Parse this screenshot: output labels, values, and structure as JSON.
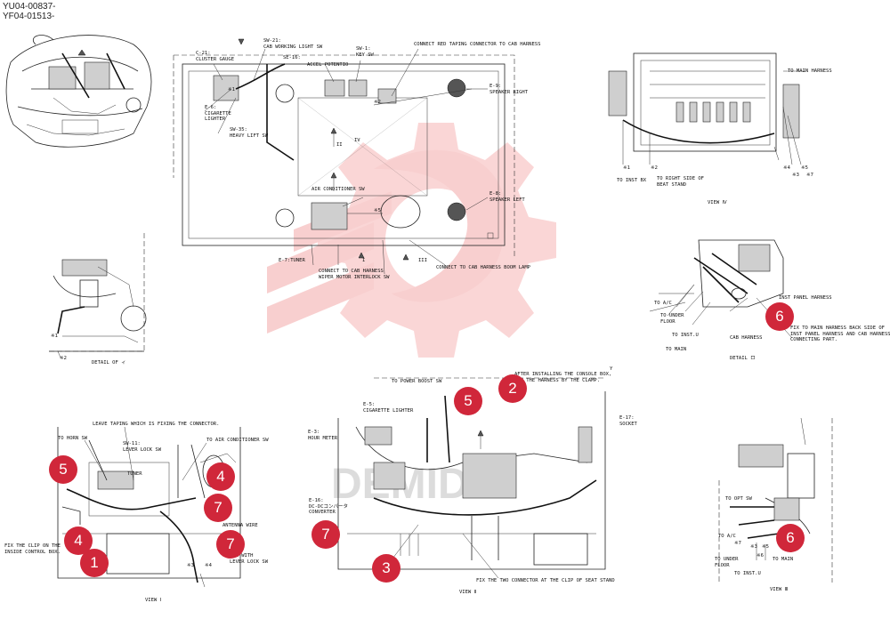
{
  "header": {
    "code_1": "YU04-00837-",
    "code_2": "YF04-01513-"
  },
  "top_view": {
    "c21": "C-21:\nCLUSTER GAUGE",
    "sw21": "SW-21:\nCAB WORKING LIGHT SW",
    "se16": "SE-16:",
    "accel": "ACCEL POTENTIO",
    "sw1": "SW-1:\nKEY SW",
    "connect_red": "CONNECT RED TAPING CONNECTOR TO CAB HARNESS",
    "e9": "E-9:\nSPEAKER RIGHT",
    "e6": "E-6:\nCIGARETTE\nLIGHTER",
    "sw35": "SW-35:\nHEAVY LIFT SW",
    "air_sw": "AIR CONDITIONER SW",
    "e8": "E-8:\nSPEAKER LEFT",
    "e7": "E-7:TUNER",
    "connect_cab": "CONNECT TO CAB HARNESS\nWIPER MOTOR INTERLOCK SW",
    "connect_boom": "CONNECT TO CAB HARNESS BOOM LAMP",
    "iv": "IV",
    "iii": "III",
    "ii": "II",
    "i": "I",
    "x1": "※1",
    "x2": "※2",
    "x5": "※5"
  },
  "view_iv": {
    "to_main": "TO MAIN HARNESS",
    "to_inst": "TO INST BX",
    "to_right": "TO RIGHT SIDE OF\nBEAT STAND",
    "x1": "※1",
    "x2": "※2",
    "x4": "※4",
    "x5": "※5",
    "x3": "※3",
    "x7": "※7",
    "caption": "VIEW Ⅳ"
  },
  "detail_a": {
    "x1": "※1",
    "x2": "※2",
    "caption": "DETAIL OF ィ"
  },
  "detail_b": {
    "inst_panel": "INST PANEL HARNESS",
    "to_ac": "TO A/C",
    "to_under": "TO UNDER\nFLOOR",
    "to_inst": "TO INST.U",
    "to_main": "TO MAIN",
    "cab": "CAB HARNESS",
    "fix_note": "FIX TO MAIN HARNESS BACK SIDE OF\nINST PANEL HARNESS AND CAB HARNESS\nCONNECTING PART.",
    "caption": "DETAIL ロ"
  },
  "view_ii": {
    "to_power": "TO POWER BOOST SW",
    "after": "AFTER INSTALLING THE CONSOLE BOX,\nFIX THE HARNESS BY THE CLAMP.",
    "e5": "E-5:\nCIGARETTE LIGHTER",
    "e3": "E-3:\nHOUR METER",
    "e17": "E-17:\nSOCKET",
    "e16": "E-16:\nDC-DCコンバータ\nCONVERTER",
    "fix_two": "FIX THE TWO CONNECTOR AT THE CLIP OF SEAT STAND",
    "y": "Y",
    "caption": "VIEW Ⅱ"
  },
  "view_i": {
    "leave": "LEAVE TAPING WHICH IS FIXING THE CONNECTOR.",
    "to_horn": "TO HORN SW",
    "to_air": "TO AIR CONDITIONER SW",
    "sw11": "SW-11:\nLEVER LOCK SW",
    "tuner": "TUNER",
    "antenna": "ANTENNA WIRE",
    "fix_clip": "FIX THE CLIP ON THE\nINSIDE CONTROL BOX.",
    "fix_with": "FIX WITH\nLEVER LOCK SW",
    "x3": "※3",
    "x4": "※4",
    "caption": "VIEW Ⅰ"
  },
  "view_iii": {
    "to_opt": "TO OPT SW",
    "to_ac": "TO A/C",
    "x7": "※7",
    "x3": "※3",
    "x5": "※5",
    "to_under": "TO UNDER\nFLOOR",
    "to_main": "TO MAIN",
    "to_inst": "TO INST.U",
    "x6": "※6",
    "caption": "VIEW Ⅲ"
  },
  "markers": {
    "m5a": "5",
    "m2": "2",
    "m6a": "6",
    "m5b": "5",
    "m4a": "4",
    "m7a": "7",
    "m7b": "7",
    "m4b": "4",
    "m1": "1",
    "m7c": "7",
    "m3": "3",
    "m6b": "6"
  },
  "colors": {
    "marker": "#d0273a",
    "watermark": "#f2a0a0"
  }
}
